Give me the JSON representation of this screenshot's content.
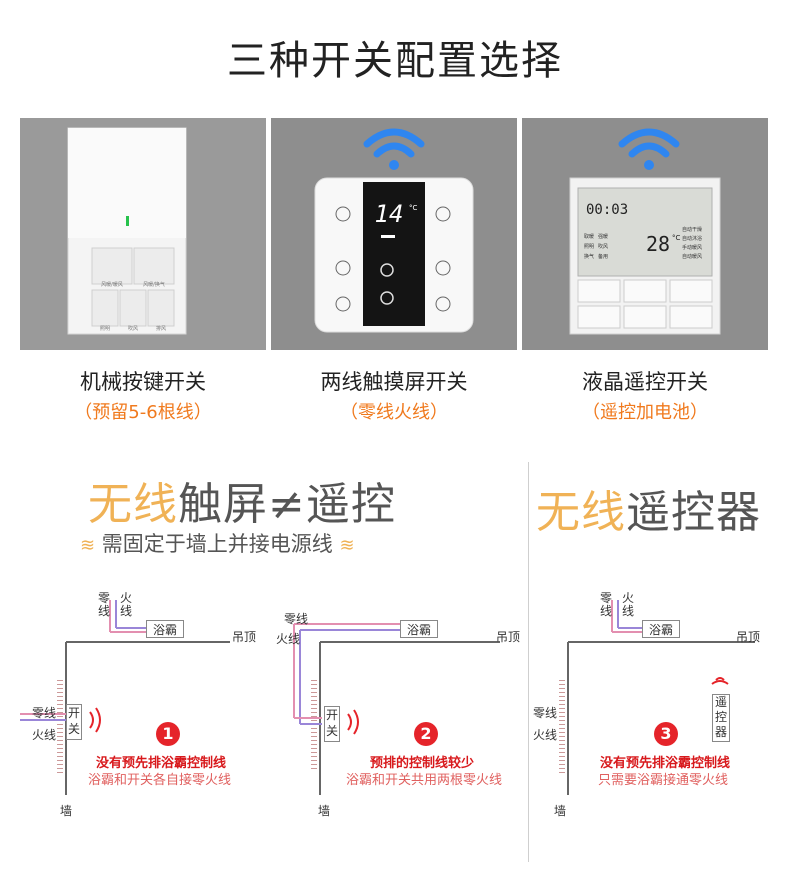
{
  "title": "三种开关配置选择",
  "options": [
    {
      "name": "机械按键开关",
      "note": "（预留5-6根线）",
      "panel_labels": [
        "风暖/暖风",
        "风暖/换气",
        "照明",
        "吹风",
        "排风"
      ]
    },
    {
      "name": "两线触摸屏开关",
      "note": "（零线火线）",
      "panel_display": "14",
      "panel_unit": "°C"
    },
    {
      "name": "液晶遥控开关",
      "note": "（遥控加电池）",
      "lcd_time": "00:03",
      "lcd_temp": "28",
      "lcd_unit": "°C",
      "lcd_left": [
        "取暖",
        "强暖",
        "照明",
        "吹风",
        "换气",
        "备用"
      ],
      "lcd_right": [
        "自动干燥",
        "自动沐浴",
        "手动暖风",
        "自动暖风"
      ]
    }
  ],
  "section_touch": {
    "title_highlight": "无线",
    "title_rest": "触屏≠遥控",
    "subtitle": "需固定于墙上并接电源线",
    "deco": "≋"
  },
  "section_remote": {
    "title_highlight": "无线",
    "title_rest": "遥控器"
  },
  "diagram_labels": {
    "zero": "零线",
    "live": "火线",
    "bath": "浴霸",
    "ceiling": "吊顶",
    "wall": "墙",
    "switch": "开关",
    "remote": "遥控器"
  },
  "diagrams": [
    {
      "num": "1",
      "title": "没有预先排浴霸控制线",
      "desc": "浴霸和开关各自接零火线"
    },
    {
      "num": "2",
      "title": "预排的控制线较少",
      "desc": "浴霸和开关共用两根零火线"
    },
    {
      "num": "3",
      "title": "没有预先排浴霸控制线",
      "desc": "只需要浴霸接通零火线"
    }
  ],
  "colors": {
    "accent": "#f07a1e",
    "gold": "#f0b256",
    "red": "#e5242a",
    "wifi": "#2f86f0",
    "zero_wire": "#e38fb0",
    "live_wire": "#9a86d8"
  }
}
